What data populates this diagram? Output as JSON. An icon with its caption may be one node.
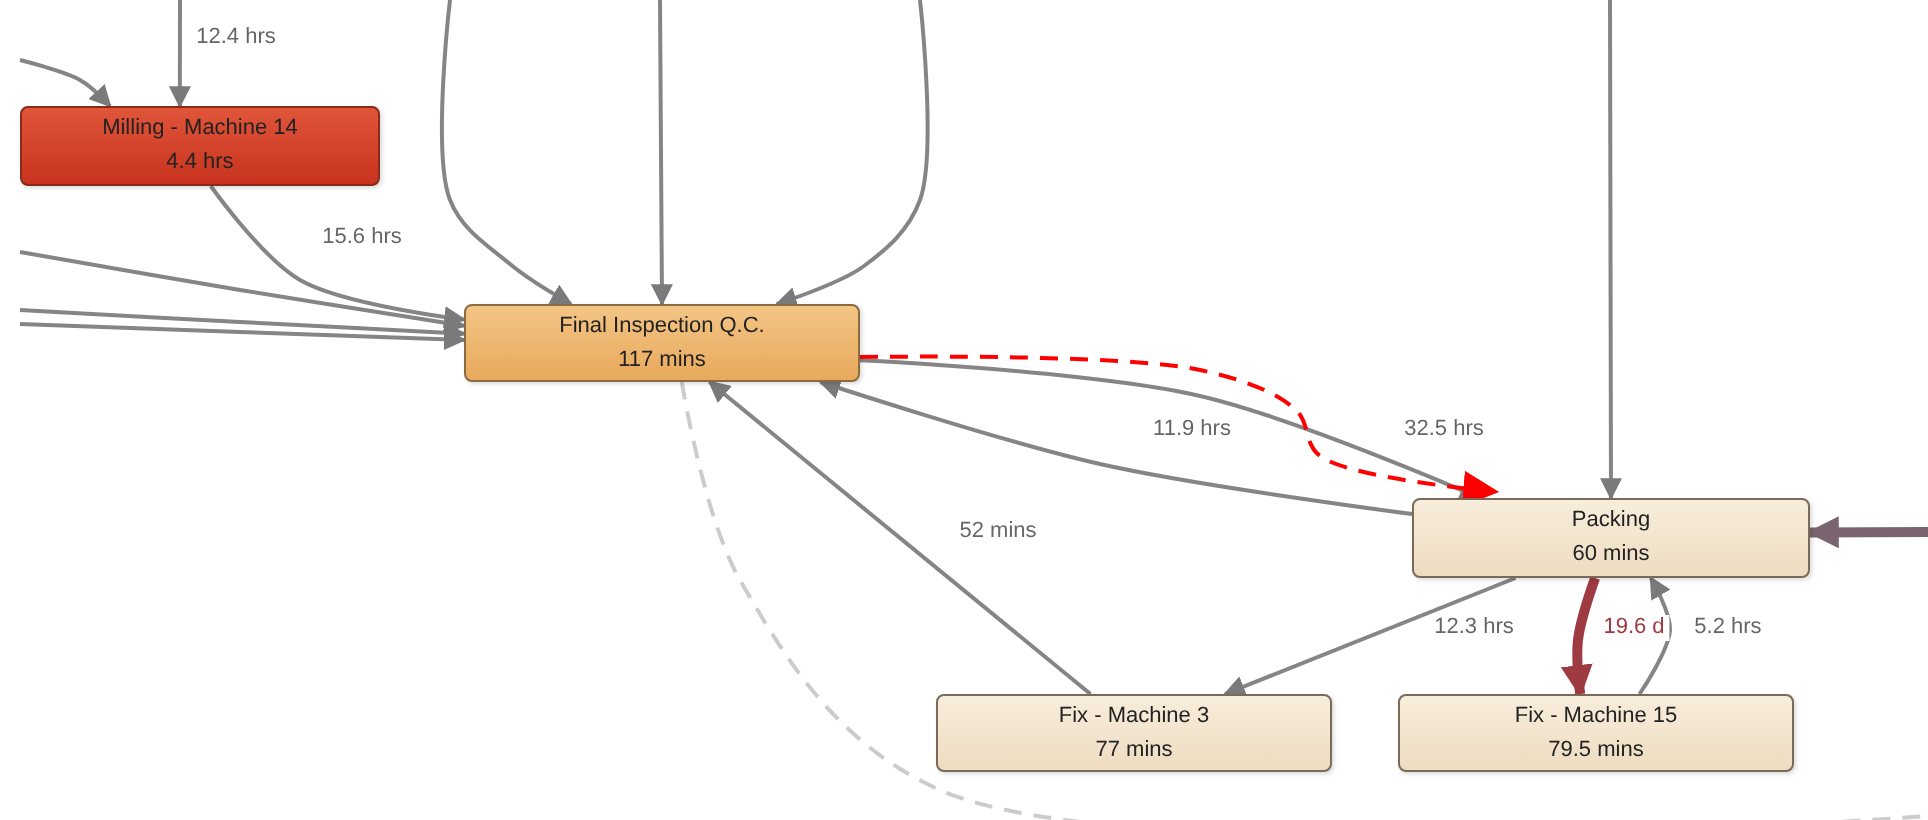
{
  "diagram": {
    "nodes": [
      {
        "text": [
          "Milling - Machine 14",
          "4.4 hrs"
        ]
      },
      {
        "text": [
          "Final Inspection Q.C.",
          "117 mins"
        ]
      },
      {
        "text": [
          "Packing",
          "60 mins"
        ]
      },
      {
        "text": [
          "Fix - Machine 3",
          "77 mins"
        ]
      },
      {
        "text": [
          "Fix - Machine 15",
          "79.5 mins"
        ]
      }
    ],
    "edges": [
      {
        "from": null,
        "to": 0,
        "arrow": "to"
      },
      {
        "from": null,
        "to": 0,
        "arrow": "to",
        "label": "12.4 hrs"
      },
      {
        "from": 0,
        "to": 1,
        "arrow": "to",
        "label": "15.6 hrs"
      },
      {
        "from": null,
        "to": 1,
        "arrow": "to"
      },
      {
        "from": null,
        "to": 1,
        "arrow": "to"
      },
      {
        "from": null,
        "to": 1,
        "arrow": "to"
      },
      {
        "from": null,
        "to": 1,
        "arrow": "to"
      },
      {
        "from": null,
        "to": 1,
        "arrow": "to"
      },
      {
        "from": null,
        "to": 1,
        "arrow": "to"
      },
      {
        "from": 1,
        "to": 2,
        "arrow": "to",
        "label": "32.5 hrs"
      },
      {
        "from": 2,
        "to": 1,
        "arrow": "to",
        "label": "11.9 hrs"
      },
      {
        "from": 1,
        "to": 2,
        "arrow": "to",
        "style": "dashed",
        "color": "#ff0000"
      },
      {
        "from": 3,
        "to": 1,
        "arrow": "to",
        "label": "52 mins"
      },
      {
        "from": 2,
        "to": 3,
        "arrow": "to",
        "label": "12.3 hrs"
      },
      {
        "from": 2,
        "to": 4,
        "arrow": "to",
        "label": "19.6 d",
        "style": "thick",
        "color": "#9e3a42"
      },
      {
        "from": 4,
        "to": 2,
        "arrow": "to",
        "label": "5.2 hrs"
      },
      {
        "from": null,
        "to": 2,
        "arrow": "to"
      },
      {
        "from": null,
        "to": 2,
        "arrow": "to",
        "style": "thick",
        "color": "#7a6470"
      },
      {
        "from": 1,
        "to": null,
        "arrow": "none",
        "style": "dashed",
        "color": "#cccccc"
      }
    ]
  }
}
